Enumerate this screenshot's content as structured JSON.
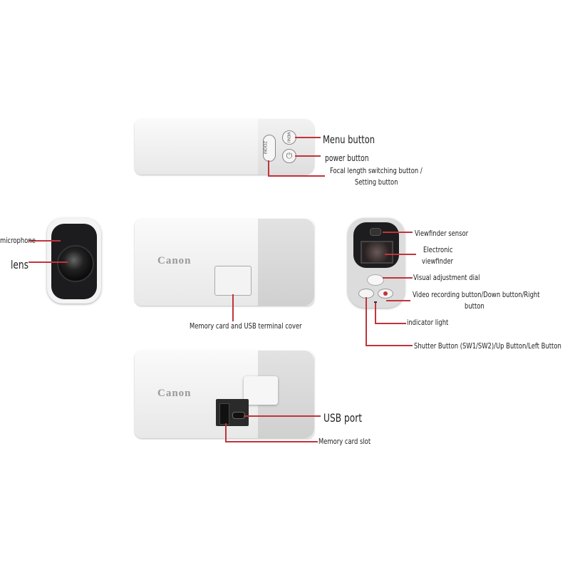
{
  "brand_logo": "Canon",
  "labels": {
    "menu_button": "Menu button",
    "power_button": "power button",
    "focal_length_line1": "Focal length switching button /",
    "focal_length_line2": "Setting button",
    "microphone": "microphone",
    "lens": "lens",
    "memory_cover": "Memory card and USB terminal cover",
    "viewfinder_sensor": "Viewfinder sensor",
    "evf_line1": "Electronic",
    "evf_line2": "viewfinder",
    "visual_dial": "Visual adjustment dial",
    "video_line1": "Video recording button/Down button/Right",
    "video_line2": "button",
    "indicator": "indicator light",
    "shutter": "Shutter Button (SW1/SW2)/Up Button/Left Button",
    "usb_port": "USB port",
    "memory_slot": "Memory card slot"
  },
  "button_text": {
    "zoom": "ZOOM",
    "menu": "MENU"
  },
  "colors": {
    "leader_line": "#c0343c"
  }
}
